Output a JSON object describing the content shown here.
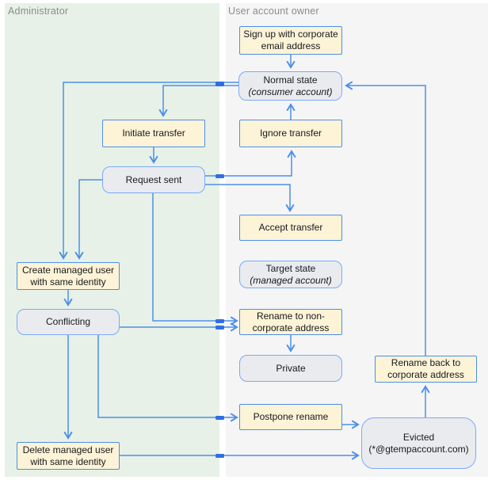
{
  "lanes": [
    {
      "id": "admin",
      "label": "Administrator"
    },
    {
      "id": "user",
      "label": "User account owner"
    }
  ],
  "colors": {
    "lane_admin_bg": "#e7f1e7",
    "lane_user_bg": "#f5f5f6",
    "action_fill": "#fdf3d7",
    "action_border": "#4d8fe8",
    "state_fill": "#e9ebef",
    "state_border": "#7baaf7",
    "edge_stroke": "#4d8fe8",
    "crossing_dash": "#2f6fe4",
    "lane_label_text": "#8b8b8b",
    "node_text": "#17191c"
  },
  "nodes": [
    {
      "id": "signup",
      "kind": "action",
      "lane": "user",
      "lines": [
        {
          "text": "Sign up with corporate"
        },
        {
          "text": "email address"
        }
      ]
    },
    {
      "id": "normal",
      "kind": "state",
      "lane": "user",
      "lines": [
        {
          "text": "Normal state"
        },
        {
          "text": "(consumer account)",
          "italic": true
        }
      ]
    },
    {
      "id": "ignore",
      "kind": "action",
      "lane": "user",
      "lines": [
        {
          "text": "Ignore transfer"
        }
      ]
    },
    {
      "id": "initiate",
      "kind": "action",
      "lane": "admin",
      "lines": [
        {
          "text": "Initiate transfer"
        }
      ]
    },
    {
      "id": "request",
      "kind": "state",
      "lane": "admin",
      "lines": [
        {
          "text": "Request sent"
        }
      ]
    },
    {
      "id": "accept",
      "kind": "action",
      "lane": "user",
      "lines": [
        {
          "text": "Accept transfer"
        }
      ]
    },
    {
      "id": "target",
      "kind": "state",
      "lane": "user",
      "lines": [
        {
          "text": "Target state"
        },
        {
          "text": "(managed account)",
          "italic": true
        }
      ]
    },
    {
      "id": "create",
      "kind": "action",
      "lane": "admin",
      "lines": [
        {
          "text": "Create managed user"
        },
        {
          "text": "with same identity"
        }
      ]
    },
    {
      "id": "conflicting",
      "kind": "state",
      "lane": "admin",
      "lines": [
        {
          "text": "Conflicting"
        }
      ]
    },
    {
      "id": "rename_non",
      "kind": "action",
      "lane": "user",
      "lines": [
        {
          "text": "Rename to non-"
        },
        {
          "text": "corporate address"
        }
      ]
    },
    {
      "id": "private",
      "kind": "state",
      "lane": "user",
      "lines": [
        {
          "text": "Private"
        }
      ]
    },
    {
      "id": "rename_back",
      "kind": "action",
      "lane": "user",
      "lines": [
        {
          "text": "Rename back to"
        },
        {
          "text": "corporate address"
        }
      ]
    },
    {
      "id": "postpone",
      "kind": "action",
      "lane": "user",
      "lines": [
        {
          "text": "Postpone rename"
        }
      ]
    },
    {
      "id": "delete",
      "kind": "action",
      "lane": "admin",
      "lines": [
        {
          "text": "Delete managed user"
        },
        {
          "text": "with same identity"
        }
      ]
    },
    {
      "id": "evicted",
      "kind": "state",
      "lane": "user",
      "lines": [
        {
          "text": "Evicted"
        },
        {
          "text": "(*@gtempaccount.com)"
        }
      ]
    }
  ],
  "edges": [
    {
      "id": "e1",
      "from": "signup",
      "to": "normal"
    },
    {
      "id": "e2",
      "from": "ignore",
      "to": "normal"
    },
    {
      "id": "e3",
      "from": "request",
      "to": "ignore"
    },
    {
      "id": "e4",
      "from": "request",
      "to": "accept"
    },
    {
      "id": "e5",
      "from": "normal",
      "to": "create"
    },
    {
      "id": "e6",
      "from": "normal",
      "to": "initiate"
    },
    {
      "id": "e7",
      "from": "initiate",
      "to": "request"
    },
    {
      "id": "e8",
      "from": "request",
      "to": "create"
    },
    {
      "id": "e9",
      "from": "request",
      "to": "rename_non"
    },
    {
      "id": "e10",
      "from": "create",
      "to": "conflicting"
    },
    {
      "id": "e11",
      "from": "conflicting",
      "to": "rename_non"
    },
    {
      "id": "e12",
      "from": "conflicting",
      "to": "delete"
    },
    {
      "id": "e13",
      "from": "conflicting",
      "to": "postpone"
    },
    {
      "id": "e14",
      "from": "postpone",
      "to": "evicted"
    },
    {
      "id": "e15",
      "from": "delete",
      "to": "evicted"
    },
    {
      "id": "e16",
      "from": "evicted",
      "to": "rename_back"
    },
    {
      "id": "e17",
      "from": "rename_back",
      "to": "normal"
    },
    {
      "id": "e18",
      "from": "rename_non",
      "to": "private"
    }
  ]
}
